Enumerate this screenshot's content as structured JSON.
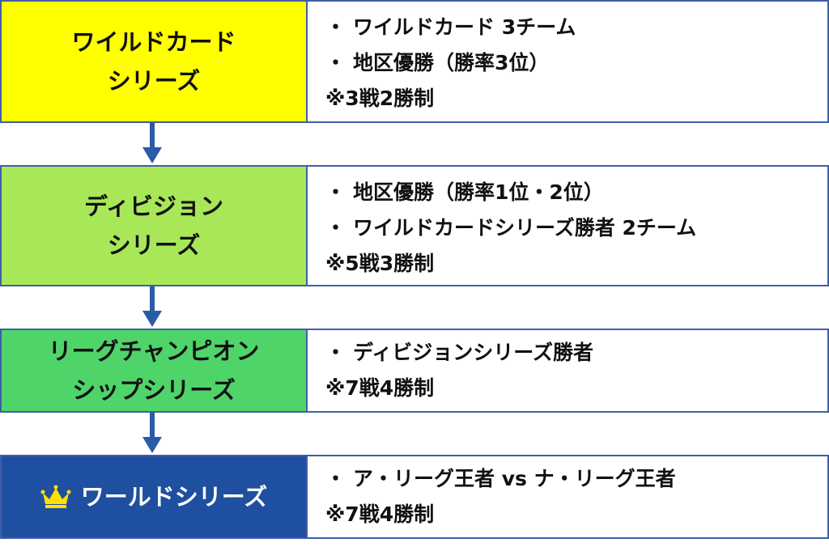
{
  "colors": {
    "border": "#3f5fa8",
    "arrow": "#2b5aa8",
    "wildcard_bg": "#ffff00",
    "division_bg": "#a8e858",
    "lcs_bg": "#4fd46a",
    "ws_bg": "#1f4fa0",
    "ws_text": "#ffffff",
    "crown": "#ffe000"
  },
  "stages": [
    {
      "title_lines": [
        "ワイルドカード",
        "シリーズ"
      ],
      "bullets": [
        "ワイルドカード 3チーム",
        "地区優勝（勝率3位）"
      ],
      "format": "※3戦2勝制"
    },
    {
      "title_lines": [
        "ディビジョン",
        "シリーズ"
      ],
      "bullets": [
        "地区優勝（勝率1位・2位）",
        "ワイルドカードシリーズ勝者 2チーム"
      ],
      "format": "※5戦3勝制"
    },
    {
      "title_lines": [
        "リーグチャンピオン",
        "シップシリーズ"
      ],
      "bullets": [
        "ディビジョンシリーズ勝者"
      ],
      "format": "※7戦4勝制"
    },
    {
      "title_lines": [
        "ワールドシリーズ"
      ],
      "icon": "crown-icon",
      "bullets": [
        "ア・リーグ王者 vs ナ・リーグ王者"
      ],
      "format": "※7戦4勝制"
    }
  ],
  "bullet_char": "・"
}
